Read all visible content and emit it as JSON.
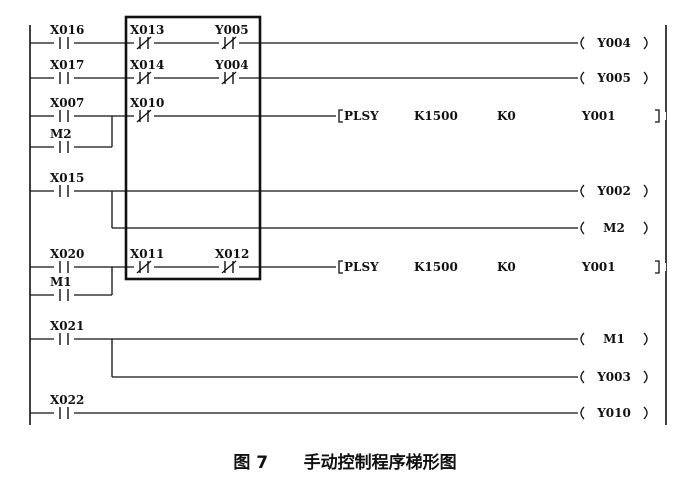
{
  "diagram": {
    "type": "ladder-diagram",
    "line_color": "#111111",
    "rungs": [
      {
        "contacts": [
          {
            "label": "X016",
            "type": "NO"
          },
          {
            "label": "X013",
            "type": "NC"
          },
          {
            "label": "Y005",
            "type": "NC"
          }
        ],
        "output": {
          "kind": "coil",
          "label": "Y004"
        }
      },
      {
        "contacts": [
          {
            "label": "X017",
            "type": "NO"
          },
          {
            "label": "X014",
            "type": "NC"
          },
          {
            "label": "Y004",
            "type": "NC"
          }
        ],
        "output": {
          "kind": "coil",
          "label": "Y005"
        }
      },
      {
        "contacts": [
          {
            "label": "X007",
            "type": "NO"
          },
          {
            "label": "X010",
            "type": "NC"
          }
        ],
        "parallel": [
          {
            "label": "M2",
            "type": "NO"
          }
        ],
        "output": {
          "kind": "instruction",
          "opcode": "PLSY",
          "operands": [
            "K1500",
            "K0",
            "Y001"
          ]
        }
      },
      {
        "contacts": [
          {
            "label": "X015",
            "type": "NO"
          }
        ],
        "output": {
          "kind": "coil",
          "label": "Y002"
        },
        "branch_outputs": [
          {
            "kind": "coil",
            "label": "M2"
          }
        ]
      },
      {
        "contacts": [
          {
            "label": "X020",
            "type": "NO"
          },
          {
            "label": "X011",
            "type": "NC"
          },
          {
            "label": "X012",
            "type": "NC"
          }
        ],
        "parallel": [
          {
            "label": "M1",
            "type": "NO"
          }
        ],
        "output": {
          "kind": "instruction",
          "opcode": "PLSY",
          "operands": [
            "K1500",
            "K0",
            "Y001"
          ]
        }
      },
      {
        "contacts": [
          {
            "label": "X021",
            "type": "NO"
          }
        ],
        "output": {
          "kind": "coil",
          "label": "M1"
        },
        "branch_outputs": [
          {
            "kind": "coil",
            "label": "Y003"
          }
        ]
      },
      {
        "contacts": [
          {
            "label": "X022",
            "type": "NO"
          }
        ],
        "output": {
          "kind": "coil",
          "label": "Y010"
        }
      }
    ],
    "caption": {
      "figure": "图 7",
      "title": "手动控制程序梯形图"
    }
  }
}
